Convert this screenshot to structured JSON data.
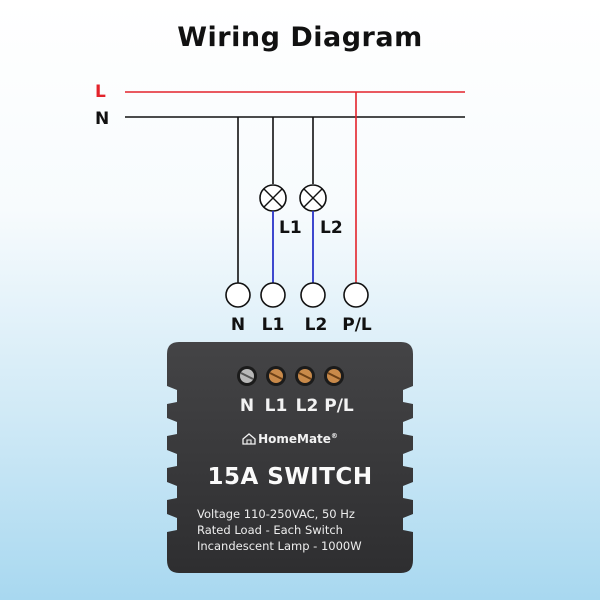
{
  "title": "Wiring Diagram",
  "lines": {
    "live_label": "L",
    "neutral_label": "N",
    "live_color": "#e3232b",
    "neutral_color": "#111111",
    "load_wire_color": "#2a34c9"
  },
  "lamps": [
    {
      "label": "L1"
    },
    {
      "label": "L2"
    }
  ],
  "terminals": [
    "N",
    "L1",
    "L2",
    "P/L"
  ],
  "device": {
    "terminal_labels": [
      "N",
      "L1",
      "L2",
      "P/L"
    ],
    "brand": "HomeMate",
    "brand_mark": "®",
    "rating": "15A SWITCH",
    "spec_lines": [
      "Voltage 110-250VAC, 50 Hz",
      "Rated Load - Each Switch",
      "Incandescent Lamp - 1000W"
    ],
    "body_color": "#3a3a3c"
  }
}
